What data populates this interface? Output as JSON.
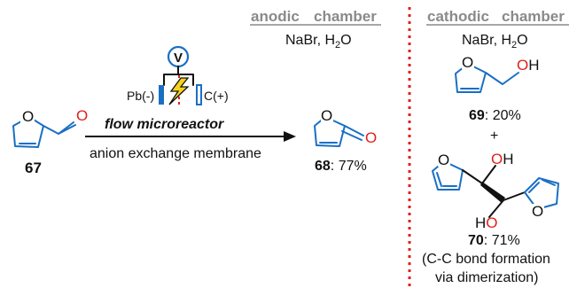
{
  "headers": {
    "anodic_a": "anodic",
    "anodic_b": "chamber",
    "cathodic_a": "cathodic",
    "cathodic_b": "chamber"
  },
  "anodic_conditions": {
    "salt": "NaBr",
    "solvent_main": "H",
    "solvent_sub": "2",
    "solvent_tail": "O"
  },
  "cathodic_conditions": {
    "salt": "NaBr",
    "solvent_main": "H",
    "solvent_sub": "2",
    "solvent_tail": "O"
  },
  "reactor": {
    "voltmeter": "V",
    "anode_electrode": "Pb(-)",
    "cathode_electrode": "C(+)",
    "name": "flow microreactor",
    "membrane": "anion exchange membrane"
  },
  "compounds": {
    "c67": {
      "label": "67"
    },
    "c68": {
      "label": "68",
      "yield": ": 77%"
    },
    "c69": {
      "label": "69",
      "yield": ": 20%"
    },
    "plus": "+",
    "c70": {
      "label": "70",
      "yield": ": 71%",
      "note_line1": "(C-C bond formation",
      "note_line2": "via dimerization)"
    }
  },
  "atoms": {
    "O": "O",
    "H": "H",
    "HO": "HO",
    "OH": "OH"
  },
  "colors": {
    "divider": "#e0201c",
    "oxygen": "#e0201c",
    "blue_structures": "#1a6fc4",
    "header_gray": "#8a8a8a"
  }
}
